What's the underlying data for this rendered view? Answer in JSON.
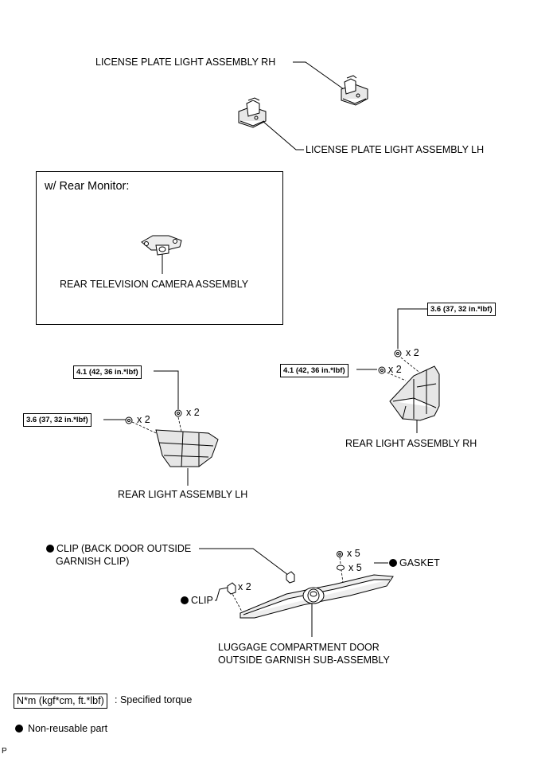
{
  "labels": {
    "license_rh": "LICENSE PLATE LIGHT ASSEMBLY RH",
    "license_lh": "LICENSE PLATE LIGHT ASSEMBLY LH",
    "monitor_title": "w/ Rear Monitor:",
    "camera": "REAR TELEVISION CAMERA ASSEMBLY",
    "rear_light_rh": "REAR LIGHT ASSEMBLY RH",
    "rear_light_lh": "REAR LIGHT ASSEMBLY LH",
    "clip_garnish_line1": "CLIP (BACK DOOR OUTSIDE",
    "clip_garnish_line2": "GARNISH CLIP)",
    "clip": "CLIP",
    "gasket": "GASKET",
    "garnish_line1": "LUGGAGE COMPARTMENT DOOR",
    "garnish_line2": "OUTSIDE GARNISH SUB-ASSEMBLY"
  },
  "torques": {
    "rh_upper": "3.6 (37, 32 in.*lbf)",
    "rh_lower": "4.1 (42, 36 in.*lbf)",
    "lh_upper": "4.1 (42, 36 in.*lbf)",
    "lh_lower": "3.6 (37, 32 in.*lbf)"
  },
  "quantities": {
    "rh_upper": "x 2",
    "rh_lower": "x 2",
    "lh_upper": "x 2",
    "lh_lower": "x 2",
    "clip": "x 2",
    "gasket_nut": "x 5",
    "gasket": "x 5"
  },
  "legend": {
    "torque_unit": "N*m (kgf*cm, ft.*lbf)",
    "torque_desc": ": Specified torque",
    "nonreusable_desc": "Non-reusable part"
  },
  "footer": {
    "code": "P"
  }
}
